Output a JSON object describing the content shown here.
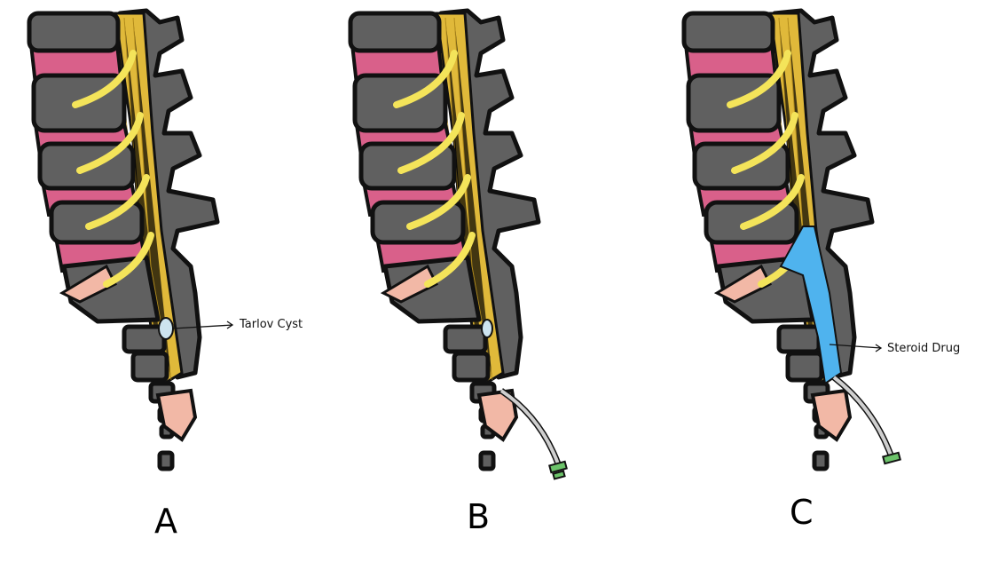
{
  "panels": [
    {
      "letter": "A",
      "annotation": "Tarlov Cyst"
    },
    {
      "letter": "B"
    },
    {
      "letter": "C",
      "annotation": "Steroid Drug"
    }
  ],
  "colors": {
    "bone": "#606060",
    "disc": "#d9608a",
    "nerve": "#f4e45a",
    "canal": "#e0b93a",
    "sacrum": "#f2b8a6",
    "cyst": "#cde4ef",
    "drug": "#4fb3ee",
    "needle_tip": "#6cc36a"
  }
}
